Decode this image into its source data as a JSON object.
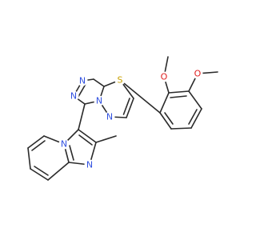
{
  "molecule": {
    "colors": {
      "bond": "#2b2b2b",
      "nitrogen": "#3050e0",
      "oxygen": "#e02020",
      "sulfur": "#c8a000",
      "background": "#ffffff"
    },
    "atom_labels": {
      "n_triazole_1": "N",
      "n_triazole_2": "N",
      "n_bridge": "N",
      "n_thiadiazole": "N",
      "s_thiadiazole": "S",
      "n_imidazo_bridge": "N",
      "n_imidazo": "N",
      "o_methoxy_1": "O",
      "o_methoxy_2": "O"
    }
  }
}
